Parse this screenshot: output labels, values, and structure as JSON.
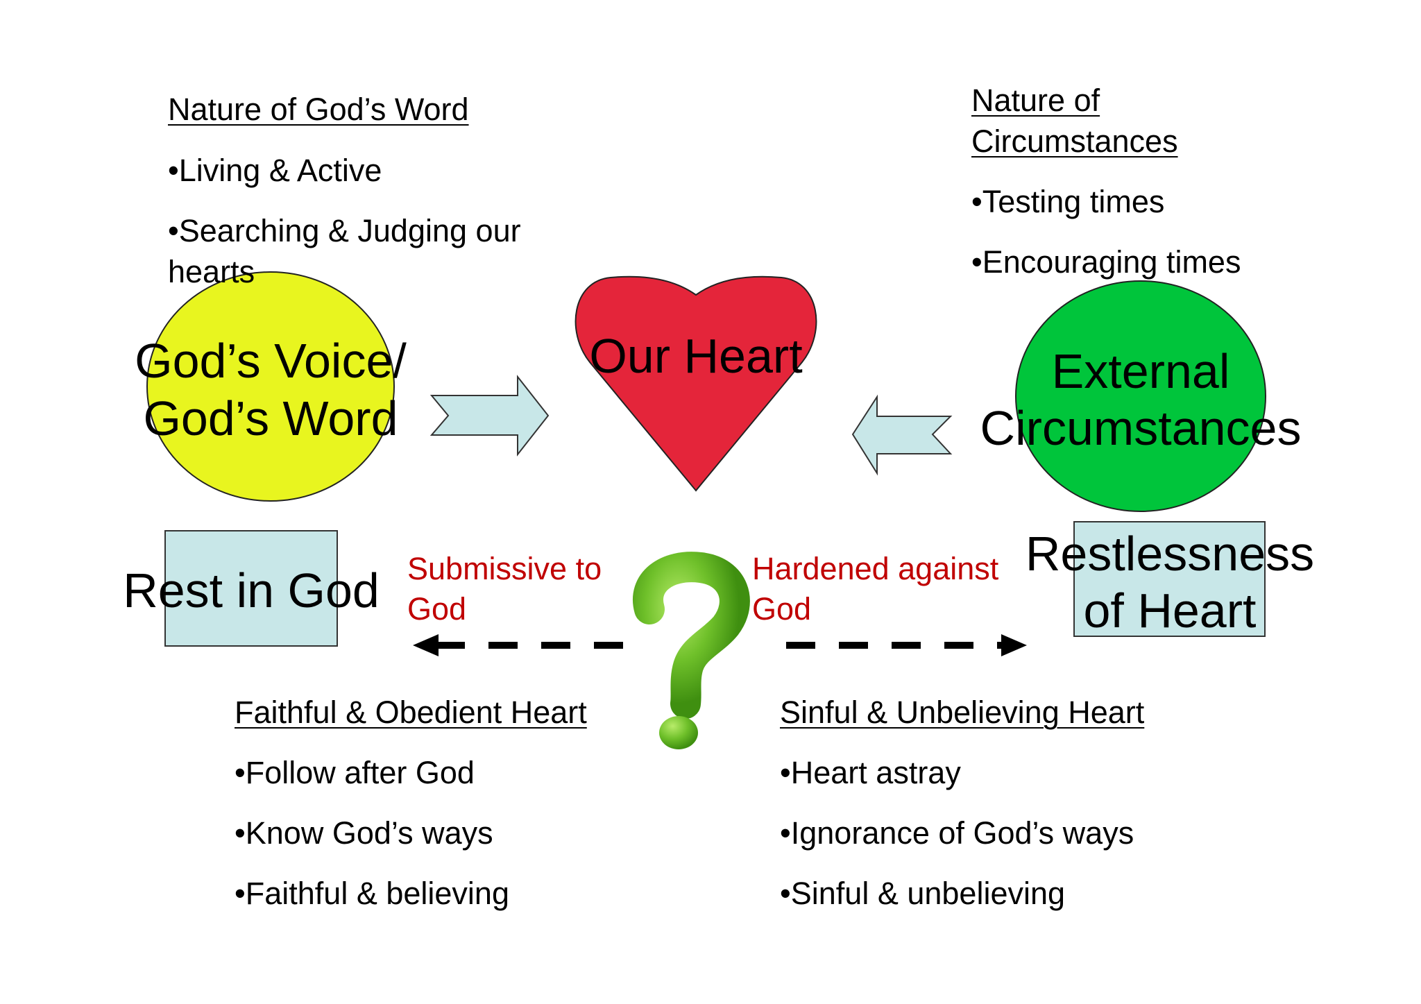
{
  "god_word_notes": {
    "heading": "Nature of God’s Word",
    "bullets": [
      "•Living & Active",
      "•Searching & Judging our",
      "hearts"
    ]
  },
  "circumstance_notes": {
    "heading_line1": "Nature of",
    "heading_line2": "Circumstances",
    "bullets": [
      "•Testing times",
      "•Encouraging times"
    ]
  },
  "nodes": {
    "gods_voice_line1": "God’s Voice/",
    "gods_voice_line2": "God’s Word",
    "our_heart": "Our Heart",
    "external_line1": "External",
    "external_line2": "Circumstances",
    "rest": "Rest in God",
    "restless_line1": "Restlessness",
    "restless_line2": "of Heart"
  },
  "paths": {
    "submissive_line1": "Submissive to",
    "submissive_line2": "God",
    "hardened_line1": "Hardened against",
    "hardened_line2": "God"
  },
  "faithful_notes": {
    "heading": "Faithful & Obedient Heart",
    "bullets": [
      "•Follow after God",
      "•Know God’s ways",
      "•Faithful & believing"
    ]
  },
  "sinful_notes": {
    "heading": "Sinful & Unbelieving Heart",
    "bullets": [
      "•Heart astray",
      "•Ignorance of God’s ways",
      "•Sinful & unbelieving"
    ]
  },
  "colors": {
    "yellow_circle": "#e8f51f",
    "green_circle": "#00c53b",
    "heart_red": "#e4253a",
    "arrow_fill": "#c8e7e8",
    "box_fill": "#c8e7e8",
    "path_label_red": "#c00000",
    "question_green": "#6fc02a"
  },
  "icons": {
    "center_symbol": "question-mark-icon"
  }
}
